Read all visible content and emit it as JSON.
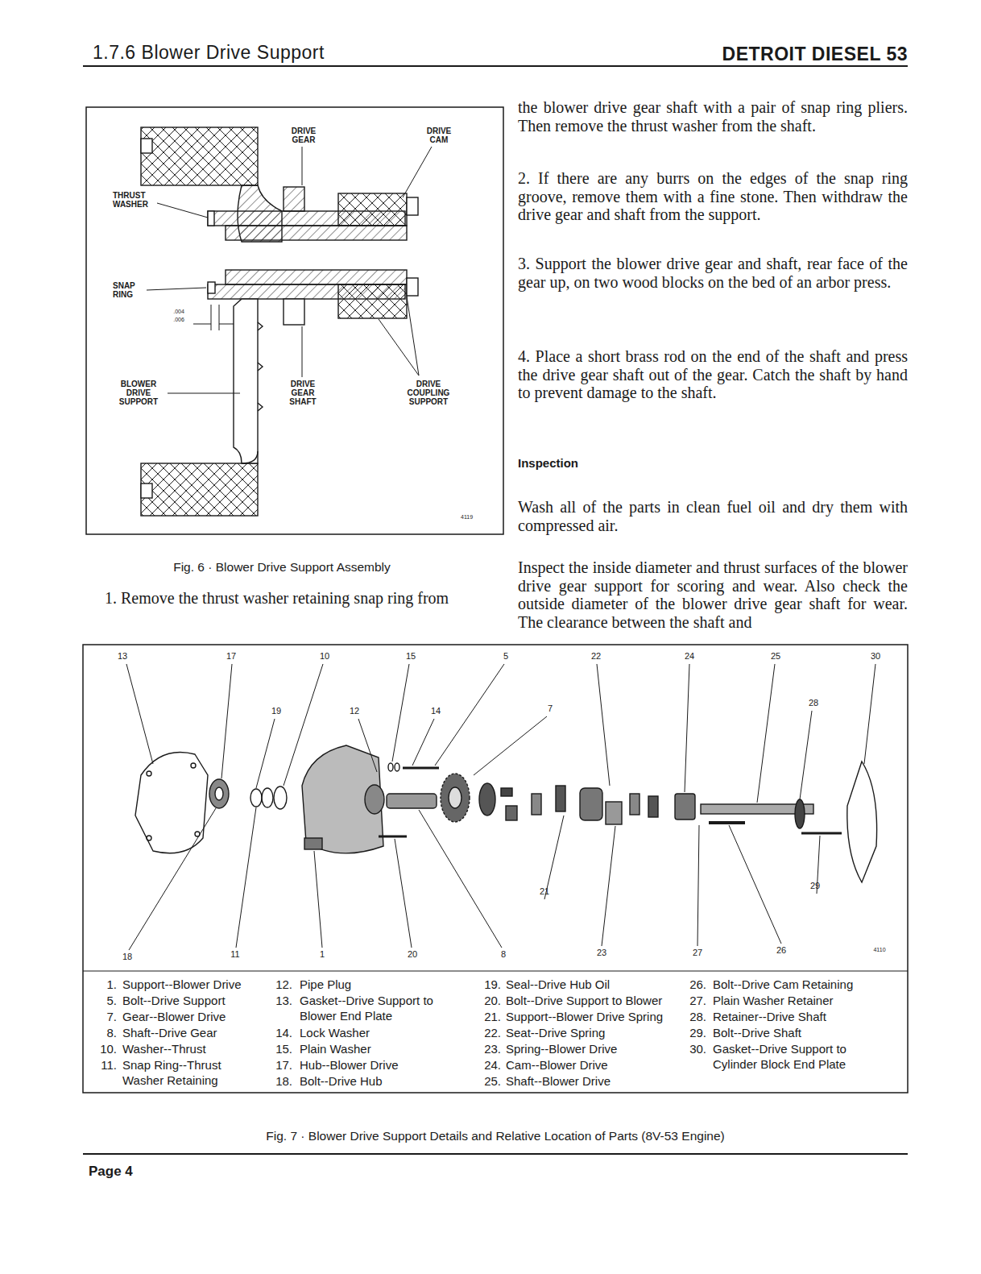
{
  "diagram": {
    "title": "1.7.6 Blower Drive Support",
    "caption": "Fig. 7 · Blower Drive Support Details and Relative Location of Parts (8V-53 Engine)",
    "labels": [
      "DETROIT DIESEL 53",
      "DRIVE GEAR",
      "DRIVE CAM",
      "THRUST WASHER",
      "SNAP RING",
      ".004",
      ".006",
      "BLOWER DRIVE SUPPORT",
      "DRIVE GEAR SHAFT",
      "DRIVE COUPLING SUPPORT",
      "4119",
      "Fig. 6 · Blower Drive Support Assembly",
      "1. Remove the thrust washer retaining snap ring from",
      "the blower drive gear shaft with a pair of snap ring pliers. Then remove the thrust washer from the shaft.",
      "2. If there are any burrs on the edges of the snap ring groove, remove them with a fine stone. Then withdraw the drive gear and shaft from the support.",
      "3. Support the blower drive gear and shaft, rear face of the gear up, on two wood blocks on the bed of an arbor press.",
      "4. Place a short brass rod on the end of the shaft and press the drive gear shaft out of the gear. Catch the shaft by hand to prevent damage to the shaft.",
      "Inspection",
      "Wash all of the parts in clean fuel oil and dry them with compressed air.",
      "Inspect the inside diameter and thrust surfaces of the blower drive gear support for scoring and wear. Also check the outside diameter of the blower drive gear shaft for wear. The clearance between the shaft and",
      "13",
      "17",
      "10",
      "15",
      "5",
      "22",
      "24",
      "25",
      "30",
      "19",
      "12",
      "14",
      "7",
      "28",
      "21",
      "29",
      "18",
      "11",
      "1",
      "20",
      "8",
      "23",
      "27",
      "26",
      "4110",
      "1.",
      "Support--Blower Drive",
      "5.",
      "Bolt--Drive Support",
      "7.",
      "Gear--Blower Drive",
      "8.",
      "Shaft--Drive Gear",
      "10.",
      "Washer--Thrust",
      "11.",
      "Snap Ring--Thrust Washer Retaining",
      "12.",
      "Pipe Plug",
      "13.",
      "Gasket--Drive Support to Blower End Plate",
      "14.",
      "Lock Washer",
      "15.",
      "Plain Washer",
      "17.",
      "Hub--Blower Drive",
      "18.",
      "Bolt--Drive Hub",
      "19.",
      "Seal--Drive Hub Oil",
      "20.",
      "Bolt--Drive Support to Blower",
      "21.",
      "Support--Blower Drive Spring",
      "22.",
      "Seat--Drive Spring",
      "23.",
      "Spring--Blower Drive",
      "24.",
      "Cam--Blower Drive",
      "25.",
      "Shaft--Blower Drive",
      "26.",
      "Bolt--Drive Cam Retaining",
      "27.",
      "Plain Washer Retainer",
      "28.",
      "Retainer--Drive Shaft",
      "29.",
      "Bolt--Drive Shaft",
      "30.",
      "Gasket--Drive Support to Cylinder Block End Plate",
      "Page 4"
    ]
  }
}
